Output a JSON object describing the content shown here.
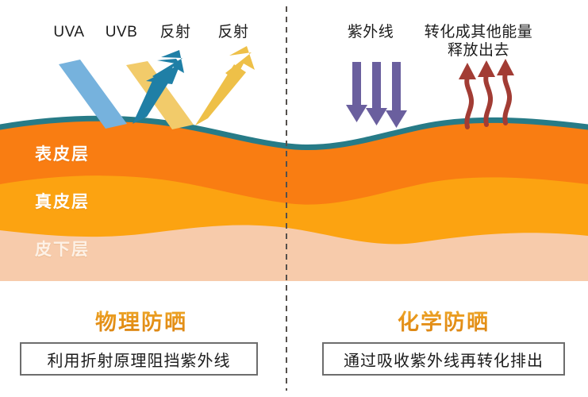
{
  "diagram": {
    "title_physical": "物理防晒",
    "title_chemical": "化学防晒",
    "caption_physical": "利用折射原理阻挡紫外线",
    "caption_chemical": "通过吸收紫外线再转化排出",
    "divider": "vertical-dashed-divider"
  },
  "left_panel": {
    "labels": [
      {
        "text": "UVA",
        "name": "label-uva"
      },
      {
        "text": "UVB",
        "name": "label-uvb"
      },
      {
        "text": "反射",
        "name": "label-reflect-1"
      },
      {
        "text": "反射",
        "name": "label-reflect-2"
      }
    ],
    "arrows": [
      {
        "name": "uva-incoming-beam",
        "color": "#76b2dd",
        "direction": "down-right",
        "head": false
      },
      {
        "name": "uvb-incoming-beam",
        "color": "#f2cb6a",
        "direction": "down-right",
        "head": false
      },
      {
        "name": "reflection-arrow-teal",
        "color": "#1f7fa6",
        "direction": "up-right",
        "head": true
      },
      {
        "name": "reflection-arrow-gold",
        "color": "#eec048",
        "direction": "up-right",
        "head": true
      }
    ]
  },
  "right_panel": {
    "label_uv": "紫外线",
    "label_energy_line1": "转化成其他能量",
    "label_energy_line2": "释放出去",
    "arrows": [
      {
        "name": "uv-down-arrow-1",
        "color": "#6a5f9e",
        "direction": "down",
        "head": true
      },
      {
        "name": "uv-down-arrow-2",
        "color": "#6a5f9e",
        "direction": "down",
        "head": true
      },
      {
        "name": "uv-down-arrow-3",
        "color": "#6a5f9e",
        "direction": "down",
        "head": true
      },
      {
        "name": "energy-wavy-arrow-1",
        "color": "#a23c34",
        "direction": "up-wavy",
        "head": true
      },
      {
        "name": "energy-wavy-arrow-2",
        "color": "#a23c34",
        "direction": "up-wavy",
        "head": true
      },
      {
        "name": "energy-wavy-arrow-3",
        "color": "#a23c34",
        "direction": "up-wavy",
        "head": true
      }
    ]
  },
  "skin": {
    "surface_color": "#277b87",
    "layers": [
      {
        "name": "epidermis",
        "label": "表皮层",
        "color": "#f97d12"
      },
      {
        "name": "dermis",
        "label": "真皮层",
        "color": "#fca311"
      },
      {
        "name": "subcutaneous",
        "label": "皮下层",
        "color": "#f7cbab"
      }
    ]
  },
  "colors": {
    "accent_orange": "#e79318",
    "uva_blue": "#76b2dd",
    "uvb_gold": "#f2cb6a",
    "reflect_teal": "#1f7fa6",
    "reflect_gold": "#eec048",
    "uv_purple": "#6a5f9e",
    "energy_red": "#a23c34",
    "surface_teal": "#277b87",
    "epidermis": "#f97d12",
    "dermis": "#fca311",
    "subcutaneous": "#f7cbab",
    "box_border": "#6d6d6d",
    "text_dark": "#1b1b1b"
  }
}
